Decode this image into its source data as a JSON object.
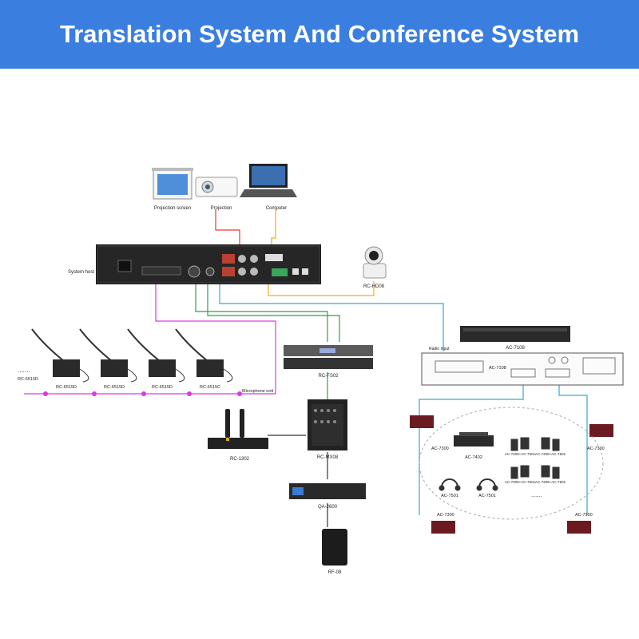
{
  "header": {
    "title": "Translation System And Conference System"
  },
  "labels": {
    "projection_screen": "Projection screen",
    "projector": "Projection",
    "computer": "Computer",
    "system_host": "System host",
    "camera": "RC-HD08",
    "delegate_units": "RC-6515D",
    "chairman_unit": "RC-6515C",
    "microphone_unit": "Microphone unit",
    "processor": "RC-FS02",
    "wireless_mic": "RC-1302",
    "mixer": "RC-MX08",
    "amplifier": "QA-2600",
    "speaker": "RF-08",
    "transmitter": "AC-7108",
    "transmitter_panel_heading": "Radio Input",
    "radiator": "AC-7300",
    "interpreter_unit": "AC-7402",
    "receiver_headphone": "AC-7501",
    "receiver_set": "AC-7209+AC-7601",
    "ellipsis": "......."
  },
  "colors": {
    "header_bg": "#3a7ee0",
    "link_red": "#e53935",
    "link_orange": "#f5a623",
    "link_cyan": "#33aacc",
    "link_green": "#2e9e4f",
    "link_magenta": "#d63be0",
    "device_dark": "#2b2b2b",
    "radiator_panel": "#6b1a22"
  }
}
